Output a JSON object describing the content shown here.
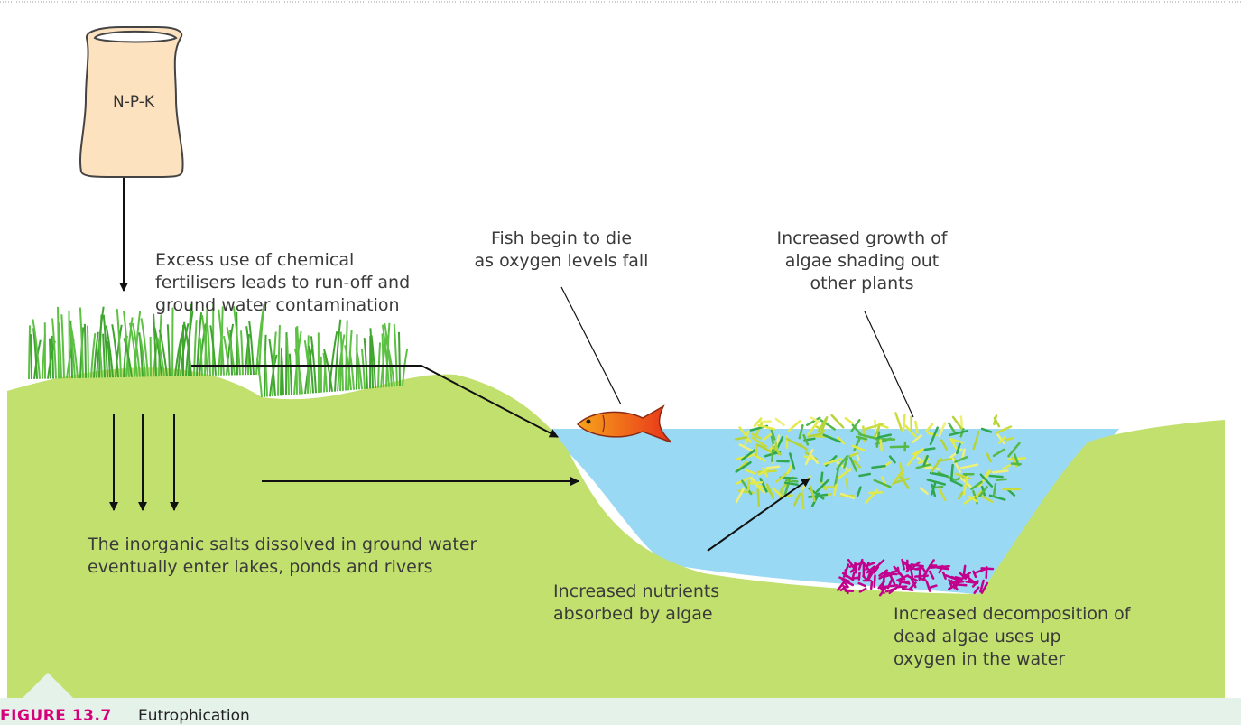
{
  "bag": {
    "label": "N-P-K"
  },
  "labels": {
    "runoff": [
      "Excess use of chemical",
      "fertilisers leads to run-off and",
      "ground water contamination"
    ],
    "fish": [
      "Fish begin to die",
      "as oxygen levels fall"
    ],
    "algae_growth": [
      "Increased growth of",
      "algae shading out",
      "other plants"
    ],
    "salts": [
      "The inorganic salts dissolved in ground water",
      "eventually enter lakes, ponds and rivers"
    ],
    "nutrients": [
      "Increased nutrients",
      "absorbed by algae"
    ],
    "decomposition": [
      "Increased decomposition of",
      "dead algae uses up",
      "oxygen in the water"
    ]
  },
  "caption": {
    "number": "FIGURE 13.7",
    "title": "Eutrophication"
  },
  "colors": {
    "land": "#c2e06e",
    "water": "#9ad9f4",
    "grass": "#46b336",
    "bag": "#fde2c0",
    "dead_algae": "#c2008c",
    "fish": "#f05a12",
    "caption_bg": "#e4f2ea",
    "caption_accent": "#d6007a"
  }
}
